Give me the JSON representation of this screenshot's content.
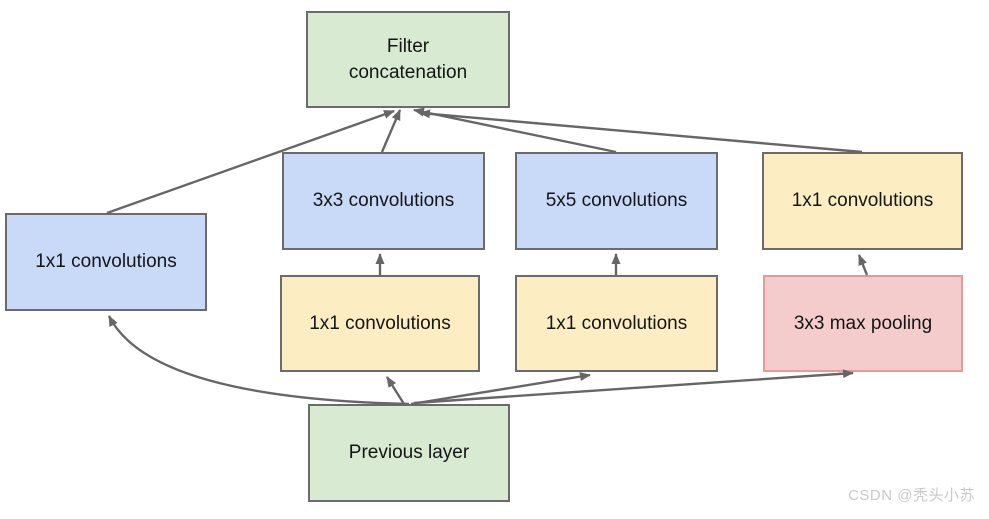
{
  "diagram": {
    "type": "architecture-flow-diagram",
    "subject": "Inception module with dimension reductions",
    "arrow_color": "#666666",
    "nodes": [
      {
        "id": "filter-concatenation",
        "label": "Filter\nconcatenation",
        "fill": "#d9ead3",
        "border": "#6b6b6b"
      },
      {
        "id": "conv-1x1-left",
        "label": "1x1 convolutions",
        "fill": "#c9daf8",
        "border": "#6b6b6b"
      },
      {
        "id": "conv-3x3",
        "label": "3x3 convolutions",
        "fill": "#c9daf8",
        "border": "#6b6b6b"
      },
      {
        "id": "conv-5x5",
        "label": "5x5 convolutions",
        "fill": "#c9daf8",
        "border": "#6b6b6b"
      },
      {
        "id": "conv-1x1-right",
        "label": "1x1 convolutions",
        "fill": "#fcedc3",
        "border": "#6b6b6b"
      },
      {
        "id": "conv-1x1-reduce-3x3",
        "label": "1x1 convolutions",
        "fill": "#fcedc3",
        "border": "#6b6b6b"
      },
      {
        "id": "conv-1x1-reduce-5x5",
        "label": "1x1 convolutions",
        "fill": "#fcedc3",
        "border": "#6b6b6b"
      },
      {
        "id": "max-pooling-3x3",
        "label": "3x3 max pooling",
        "fill": "#f4cccc",
        "border": "#ea9999"
      },
      {
        "id": "previous-layer",
        "label": "Previous layer",
        "fill": "#d9ead3",
        "border": "#6b6b6b"
      }
    ],
    "edges": [
      {
        "from": "previous-layer",
        "to": "conv-1x1-left"
      },
      {
        "from": "previous-layer",
        "to": "conv-1x1-reduce-3x3"
      },
      {
        "from": "previous-layer",
        "to": "conv-1x1-reduce-5x5"
      },
      {
        "from": "previous-layer",
        "to": "max-pooling-3x3"
      },
      {
        "from": "conv-1x1-reduce-3x3",
        "to": "conv-3x3"
      },
      {
        "from": "conv-1x1-reduce-5x5",
        "to": "conv-5x5"
      },
      {
        "from": "max-pooling-3x3",
        "to": "conv-1x1-right"
      },
      {
        "from": "conv-1x1-left",
        "to": "filter-concatenation"
      },
      {
        "from": "conv-3x3",
        "to": "filter-concatenation"
      },
      {
        "from": "conv-5x5",
        "to": "filter-concatenation"
      },
      {
        "from": "conv-1x1-right",
        "to": "filter-concatenation"
      }
    ],
    "watermark": "CSDN @秃头小苏"
  }
}
